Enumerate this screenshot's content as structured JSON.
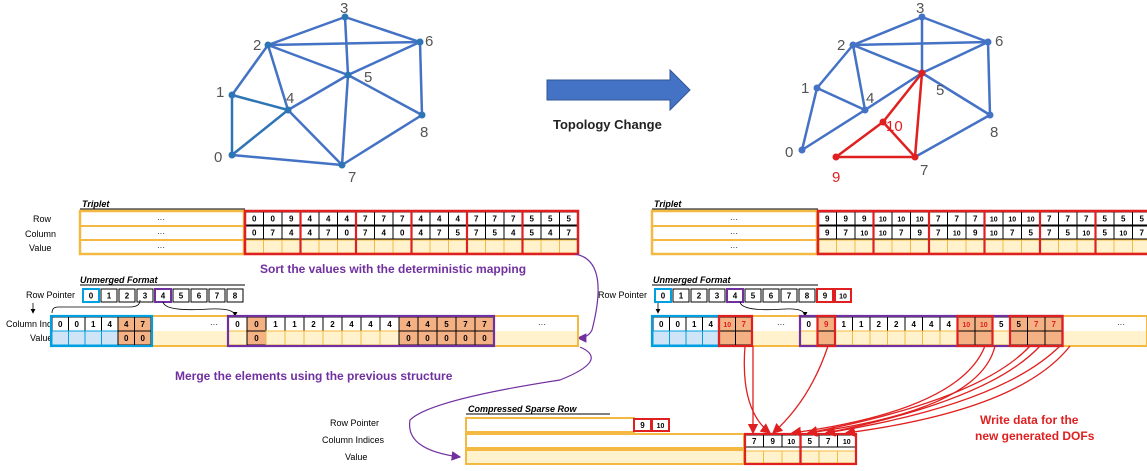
{
  "mesh_left": {
    "labels": [
      "0",
      "1",
      "2",
      "3",
      "4",
      "5",
      "6",
      "7",
      "8"
    ]
  },
  "mesh_right": {
    "labels": [
      "0",
      "1",
      "2",
      "3",
      "4",
      "5",
      "6",
      "7",
      "8",
      "9",
      "10"
    ]
  },
  "arrow_label": "Topology Change",
  "triplet": {
    "title": "Triplet",
    "row_labels": [
      "Row",
      "Column",
      "Value"
    ],
    "ellipsis": "···",
    "left_rows": [
      "0",
      "0",
      "9",
      "4",
      "4",
      "4",
      "7",
      "7",
      "7",
      "4",
      "4",
      "4",
      "7",
      "7",
      "7",
      "5",
      "5",
      "5"
    ],
    "left_cols": [
      "0",
      "7",
      "4",
      "4",
      "7",
      "0",
      "7",
      "4",
      "0",
      "4",
      "7",
      "5",
      "7",
      "5",
      "4",
      "5",
      "4",
      "7"
    ],
    "right_rows": [
      "9",
      "9",
      "9",
      "10",
      "10",
      "10",
      "7",
      "7",
      "7",
      "10",
      "10",
      "10",
      "7",
      "7",
      "7",
      "5",
      "5",
      "5"
    ],
    "right_cols": [
      "9",
      "7",
      "10",
      "10",
      "7",
      "9",
      "7",
      "10",
      "9",
      "10",
      "7",
      "5",
      "7",
      "5",
      "10",
      "5",
      "10",
      "7"
    ]
  },
  "sort_text": "Sort the values with the deterministic mapping",
  "unmerged": {
    "title": "Unmerged Format",
    "row_pointer_label": "Row Pointer",
    "col_indices_label": "Column Indices",
    "value_label": "Value",
    "left_row_pointer": [
      "0",
      "1",
      "2",
      "3",
      "4",
      "5",
      "6",
      "7",
      "8"
    ],
    "left_col_first": [
      "0",
      "0",
      "1",
      "4",
      "4",
      "7"
    ],
    "left_val_first": [
      "0",
      "0"
    ],
    "left_col_second": [
      "0",
      "0",
      "1",
      "1",
      "2",
      "2",
      "4",
      "4",
      "4",
      "4",
      "4",
      "5",
      "7",
      "7"
    ],
    "left_val_second": [
      "0",
      "0",
      "0",
      "0",
      "0",
      "0"
    ],
    "right_row_pointer": [
      "0",
      "1",
      "2",
      "3",
      "4",
      "5",
      "6",
      "7",
      "8",
      "9",
      "10"
    ],
    "right_col_first": [
      "0",
      "0",
      "1",
      "4",
      "10",
      "7"
    ],
    "right_col_second": [
      "0",
      "9",
      "1",
      "1",
      "2",
      "2",
      "4",
      "4",
      "4",
      "10",
      "10",
      "5",
      "5",
      "7",
      "7"
    ],
    "ellipsis": "···"
  },
  "merge_text": "Merge the elements using the previous structure",
  "csr": {
    "title": "Compressed Sparse Row",
    "row_pointer_label": "Row Pointer",
    "col_indices_label": "Column Indices",
    "value_label": "Value",
    "row_pointer_vals": [
      "9",
      "10"
    ],
    "col_vals": [
      "7",
      "9",
      "10",
      "5",
      "7",
      "10"
    ]
  },
  "write_text": [
    "Write data for the",
    "new generated DOFs"
  ],
  "colors": {
    "mesh_blue": "#4472c4",
    "mesh_dark": "#2e75b6",
    "red": "#e02020",
    "yellow_border": "#f4b942",
    "yellow_fill": "#fff2cc",
    "blue_border": "#00a0e0",
    "blue_fill": "#cfe4f6",
    "purple": "#7030a0",
    "salmon": "#f4b183",
    "arrow_fill": "#4472c4"
  }
}
